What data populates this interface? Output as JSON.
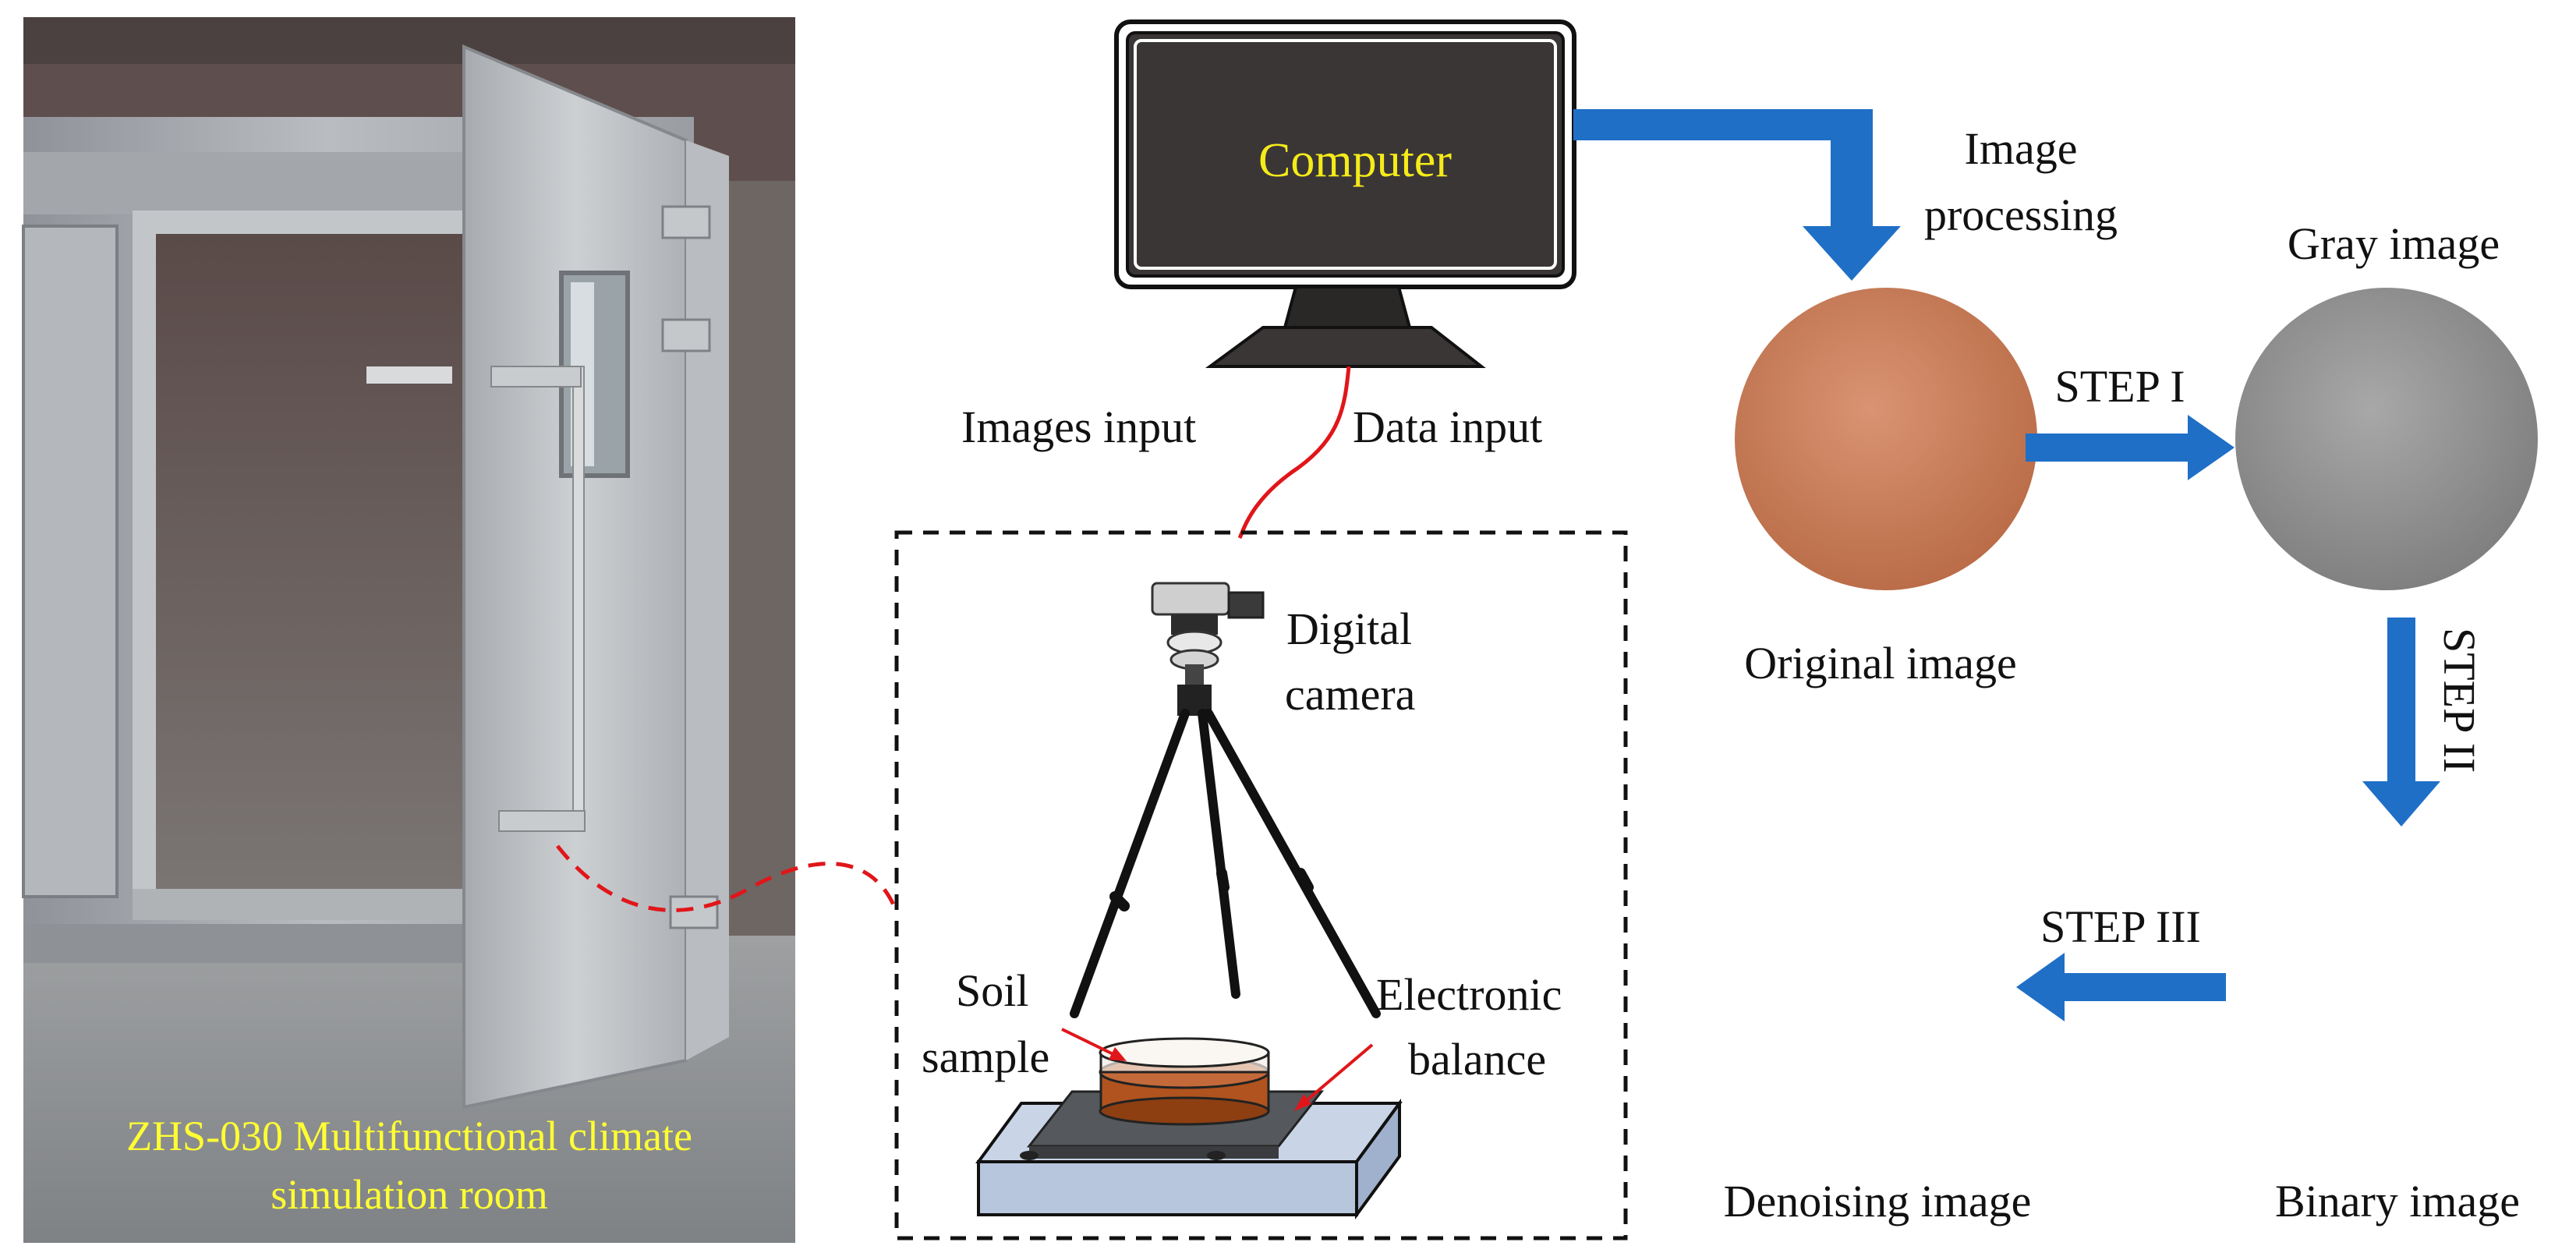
{
  "room": {
    "caption_line1": "ZHS-030 Multifunctional climate",
    "caption_line2": "simulation room"
  },
  "computer": {
    "screen_label": "Computer"
  },
  "connections": {
    "images_input": "Images input",
    "data_input": "Data input"
  },
  "setup": {
    "camera_label_line1": "Digital",
    "camera_label_line2": "camera",
    "soil_label_line1": "Soil",
    "soil_label_line2": "sample",
    "balance_label_line1": "Electronic",
    "balance_label_line2": "balance"
  },
  "processing": {
    "title_line1": "Image",
    "title_line2": "processing",
    "step1": "STEP I",
    "step2": "STEP II",
    "step3": "STEP III",
    "original_image": "Original image",
    "gray_image": "Gray image",
    "binary_image": "Binary image",
    "denoising_image": "Denoising image"
  },
  "colors": {
    "arrow": "#1f6fc7",
    "caption_yellow": "#ffff33",
    "cable_red": "#e0161a",
    "soil_orange": "#c97a55",
    "sample_brown": "#b0531e"
  }
}
